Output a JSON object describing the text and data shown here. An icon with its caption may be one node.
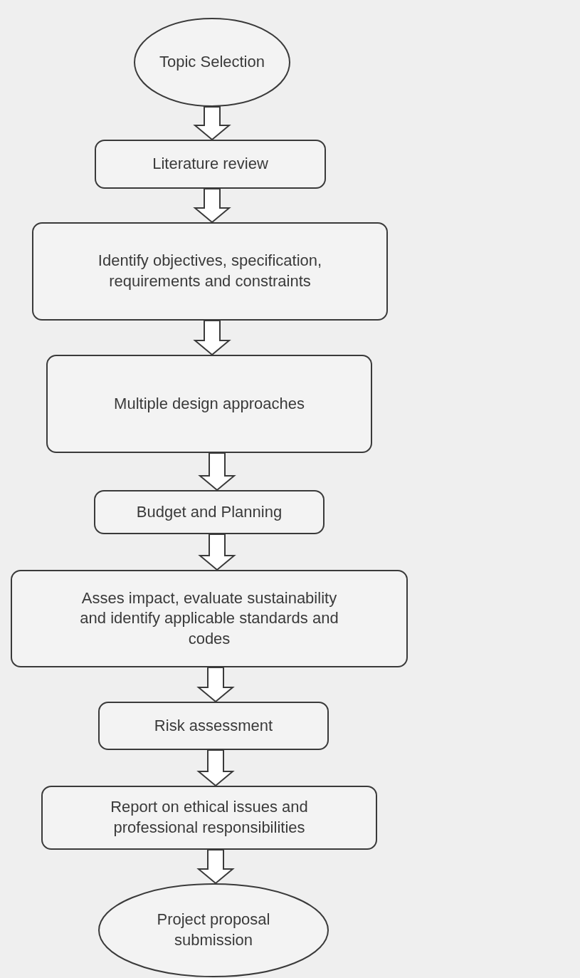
{
  "diagram": {
    "nodes": [
      {
        "text": [
          "Topic Selection"
        ]
      },
      {
        "text": [
          "Literature review"
        ]
      },
      {
        "text": [
          "Identify objectives, specification, requirements and constraints"
        ]
      },
      {
        "text": [
          "Multiple design approaches"
        ]
      },
      {
        "text": [
          "Budget and Planning"
        ]
      },
      {
        "text": [
          "Asses impact, evaluate sustainability and identify applicable standards and codes"
        ]
      },
      {
        "text": [
          "Risk assessment"
        ]
      },
      {
        "text": [
          "Report on ethical issues and professional responsibilities"
        ]
      },
      {
        "text": [
          "Project proposal submission"
        ]
      }
    ],
    "edges": [
      {
        "from": 0,
        "to": 1,
        "arrow": "to"
      },
      {
        "from": 1,
        "to": 2,
        "arrow": "to"
      },
      {
        "from": 2,
        "to": 3,
        "arrow": "to"
      },
      {
        "from": 3,
        "to": 4,
        "arrow": "to"
      },
      {
        "from": 4,
        "to": 5,
        "arrow": "to"
      },
      {
        "from": 5,
        "to": 6,
        "arrow": "to"
      },
      {
        "from": 6,
        "to": 7,
        "arrow": "to"
      },
      {
        "from": 7,
        "to": 8,
        "arrow": "to"
      }
    ]
  }
}
